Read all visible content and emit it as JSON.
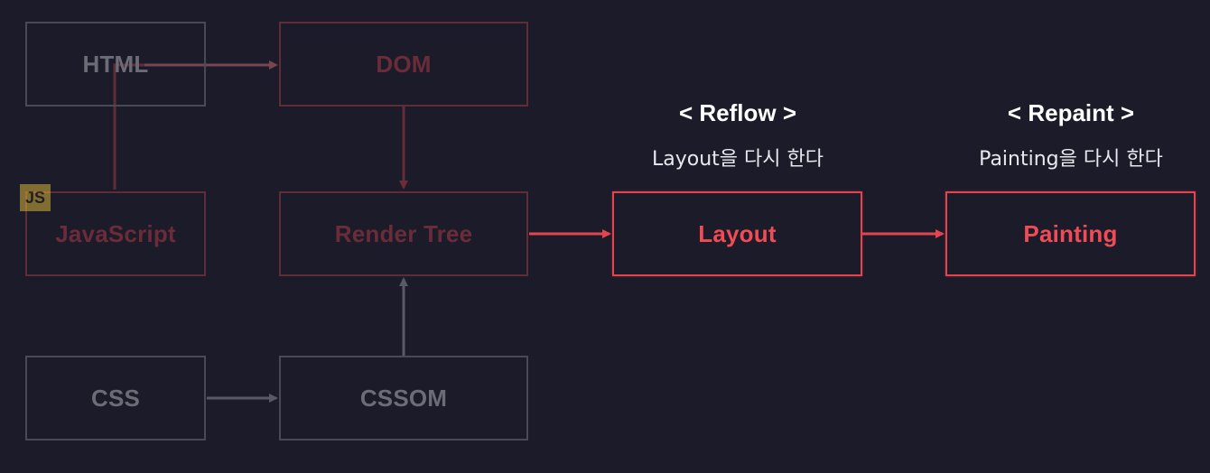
{
  "nodes": {
    "html": "HTML",
    "dom": "DOM",
    "javascript": "JavaScript",
    "render_tree": "Render Tree",
    "css": "CSS",
    "cssom": "CSSOM",
    "layout": "Layout",
    "painting": "Painting"
  },
  "badge": {
    "js": "JS"
  },
  "reflow": {
    "title": "< Reflow >",
    "subtitle": "Layout을 다시 한다"
  },
  "repaint": {
    "title": "< Repaint >",
    "subtitle": "Painting을 다시 한다"
  },
  "colors": {
    "background": "#1b1b29",
    "gray": "#4a4a57",
    "dark_red": "#5f2c38",
    "red": "#e5444f",
    "js_badge": "#d4b13a"
  }
}
